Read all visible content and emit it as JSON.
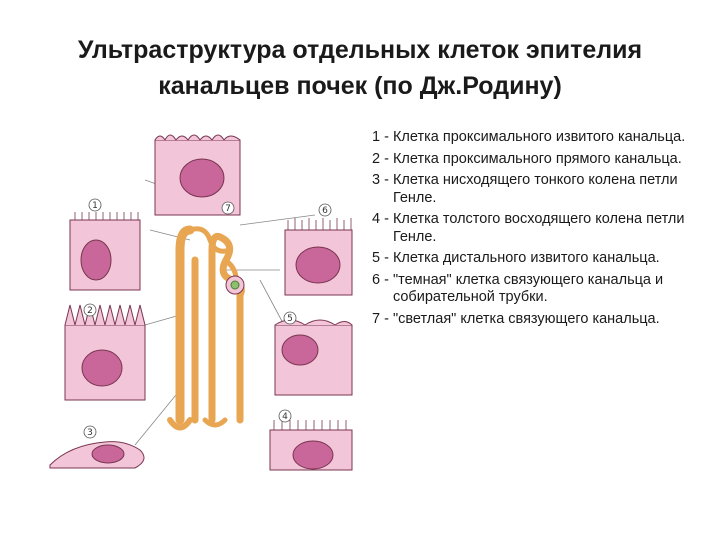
{
  "title": {
    "line1": "Ультраструктура отдельных клеток эпителия",
    "line2": "канальцев почек (по Дж.Родину)"
  },
  "legend": [
    {
      "num": "1 - ",
      "text": "Клетка проксимального извитого канальца."
    },
    {
      "num": "2 - ",
      "text": "Клетка проксимального прямого канальца."
    },
    {
      "num": "3 - ",
      "text": "Клетка нисходящего тонкого колена петли Генле."
    },
    {
      "num": "4 - ",
      "text": "Клетка толстого восходящего колена петли Генле."
    },
    {
      "num": "5 - ",
      "text": "Клетка дистального извитого канальца."
    },
    {
      "num": "6 - ",
      "text": "\"темная\" клетка связующего канальца и собирательной трубки."
    },
    {
      "num": "7 - ",
      "text": "\"светлая\" клетка связующего канальца."
    }
  ],
  "markers": [
    "1",
    "2",
    "3",
    "4",
    "5",
    "6",
    "7"
  ],
  "colors": {
    "cytoplasm": "#f2c6d8",
    "cell_outline": "#7a3550",
    "nucleus": "#c9679a",
    "tubule": "#e8a652",
    "leader_line": "#888888"
  }
}
